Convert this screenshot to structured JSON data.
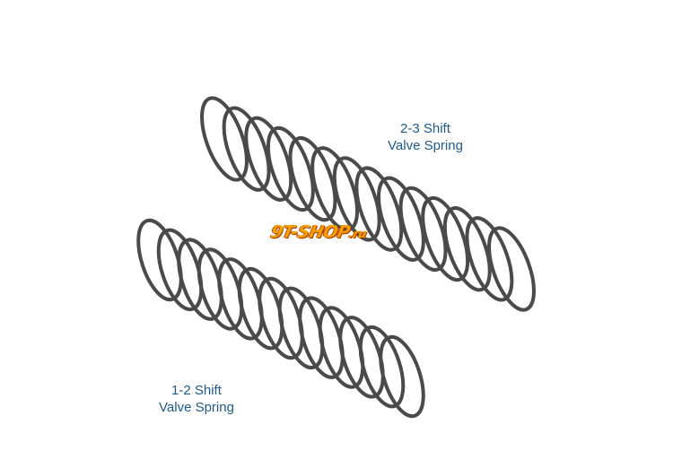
{
  "labels": {
    "spring_23": {
      "line1": "2-3 Shift",
      "line2": "Valve Spring"
    },
    "spring_12": {
      "line1": "1-2 Shift",
      "line2": "Valve Spring"
    }
  },
  "watermark": {
    "text": "9T-SHOP",
    "suffix": ".ru"
  },
  "colors": {
    "label": "#1f5a8a",
    "spring": "#4a4a4a",
    "logo": "#f5a000"
  }
}
